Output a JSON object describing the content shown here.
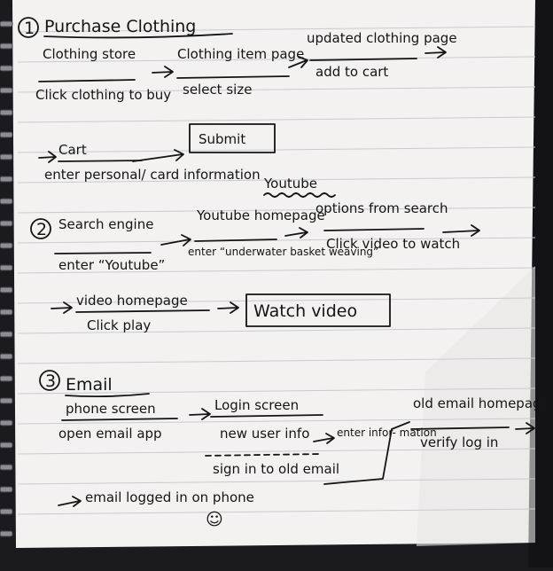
{
  "section_1": {
    "number": "1",
    "title": "Purchase Clothing",
    "steps": [
      {
        "screen": "Clothing store",
        "action": "Click clothing to buy"
      },
      {
        "screen": "Clothing item page",
        "action": "select size"
      },
      {
        "screen": "updated clothing page",
        "action": "add to cart"
      },
      {
        "screen": "Cart",
        "action": "enter personal/ card information"
      }
    ],
    "final": "Submit"
  },
  "section_2": {
    "number": "2",
    "label": "Youtube",
    "steps": [
      {
        "screen": "Search engine",
        "action": "enter “Youtube”"
      },
      {
        "screen": "Youtube homepage",
        "action": "enter “underwater basket weaving”"
      },
      {
        "screen": "options from search",
        "action": "Click video to watch"
      },
      {
        "screen": "video homepage",
        "action": "Click play"
      }
    ],
    "final": "Watch video"
  },
  "section_3": {
    "number": "3",
    "title": "Email",
    "steps": [
      {
        "screen": "phone screen",
        "action": "open email app"
      },
      {
        "screen": "Login screen",
        "action": "new user info",
        "alt_action": "sign in to old email"
      },
      {
        "screen": "old email homepage",
        "action": "verify log in"
      }
    ],
    "branch_note": "enter infor- mation",
    "final": "email logged in on phone",
    "smiley": "☺"
  },
  "colors": {
    "paper": "#f4f2f1",
    "ink": "#141414",
    "rule": "#c6cbd2",
    "background": "#1b1a1f"
  }
}
